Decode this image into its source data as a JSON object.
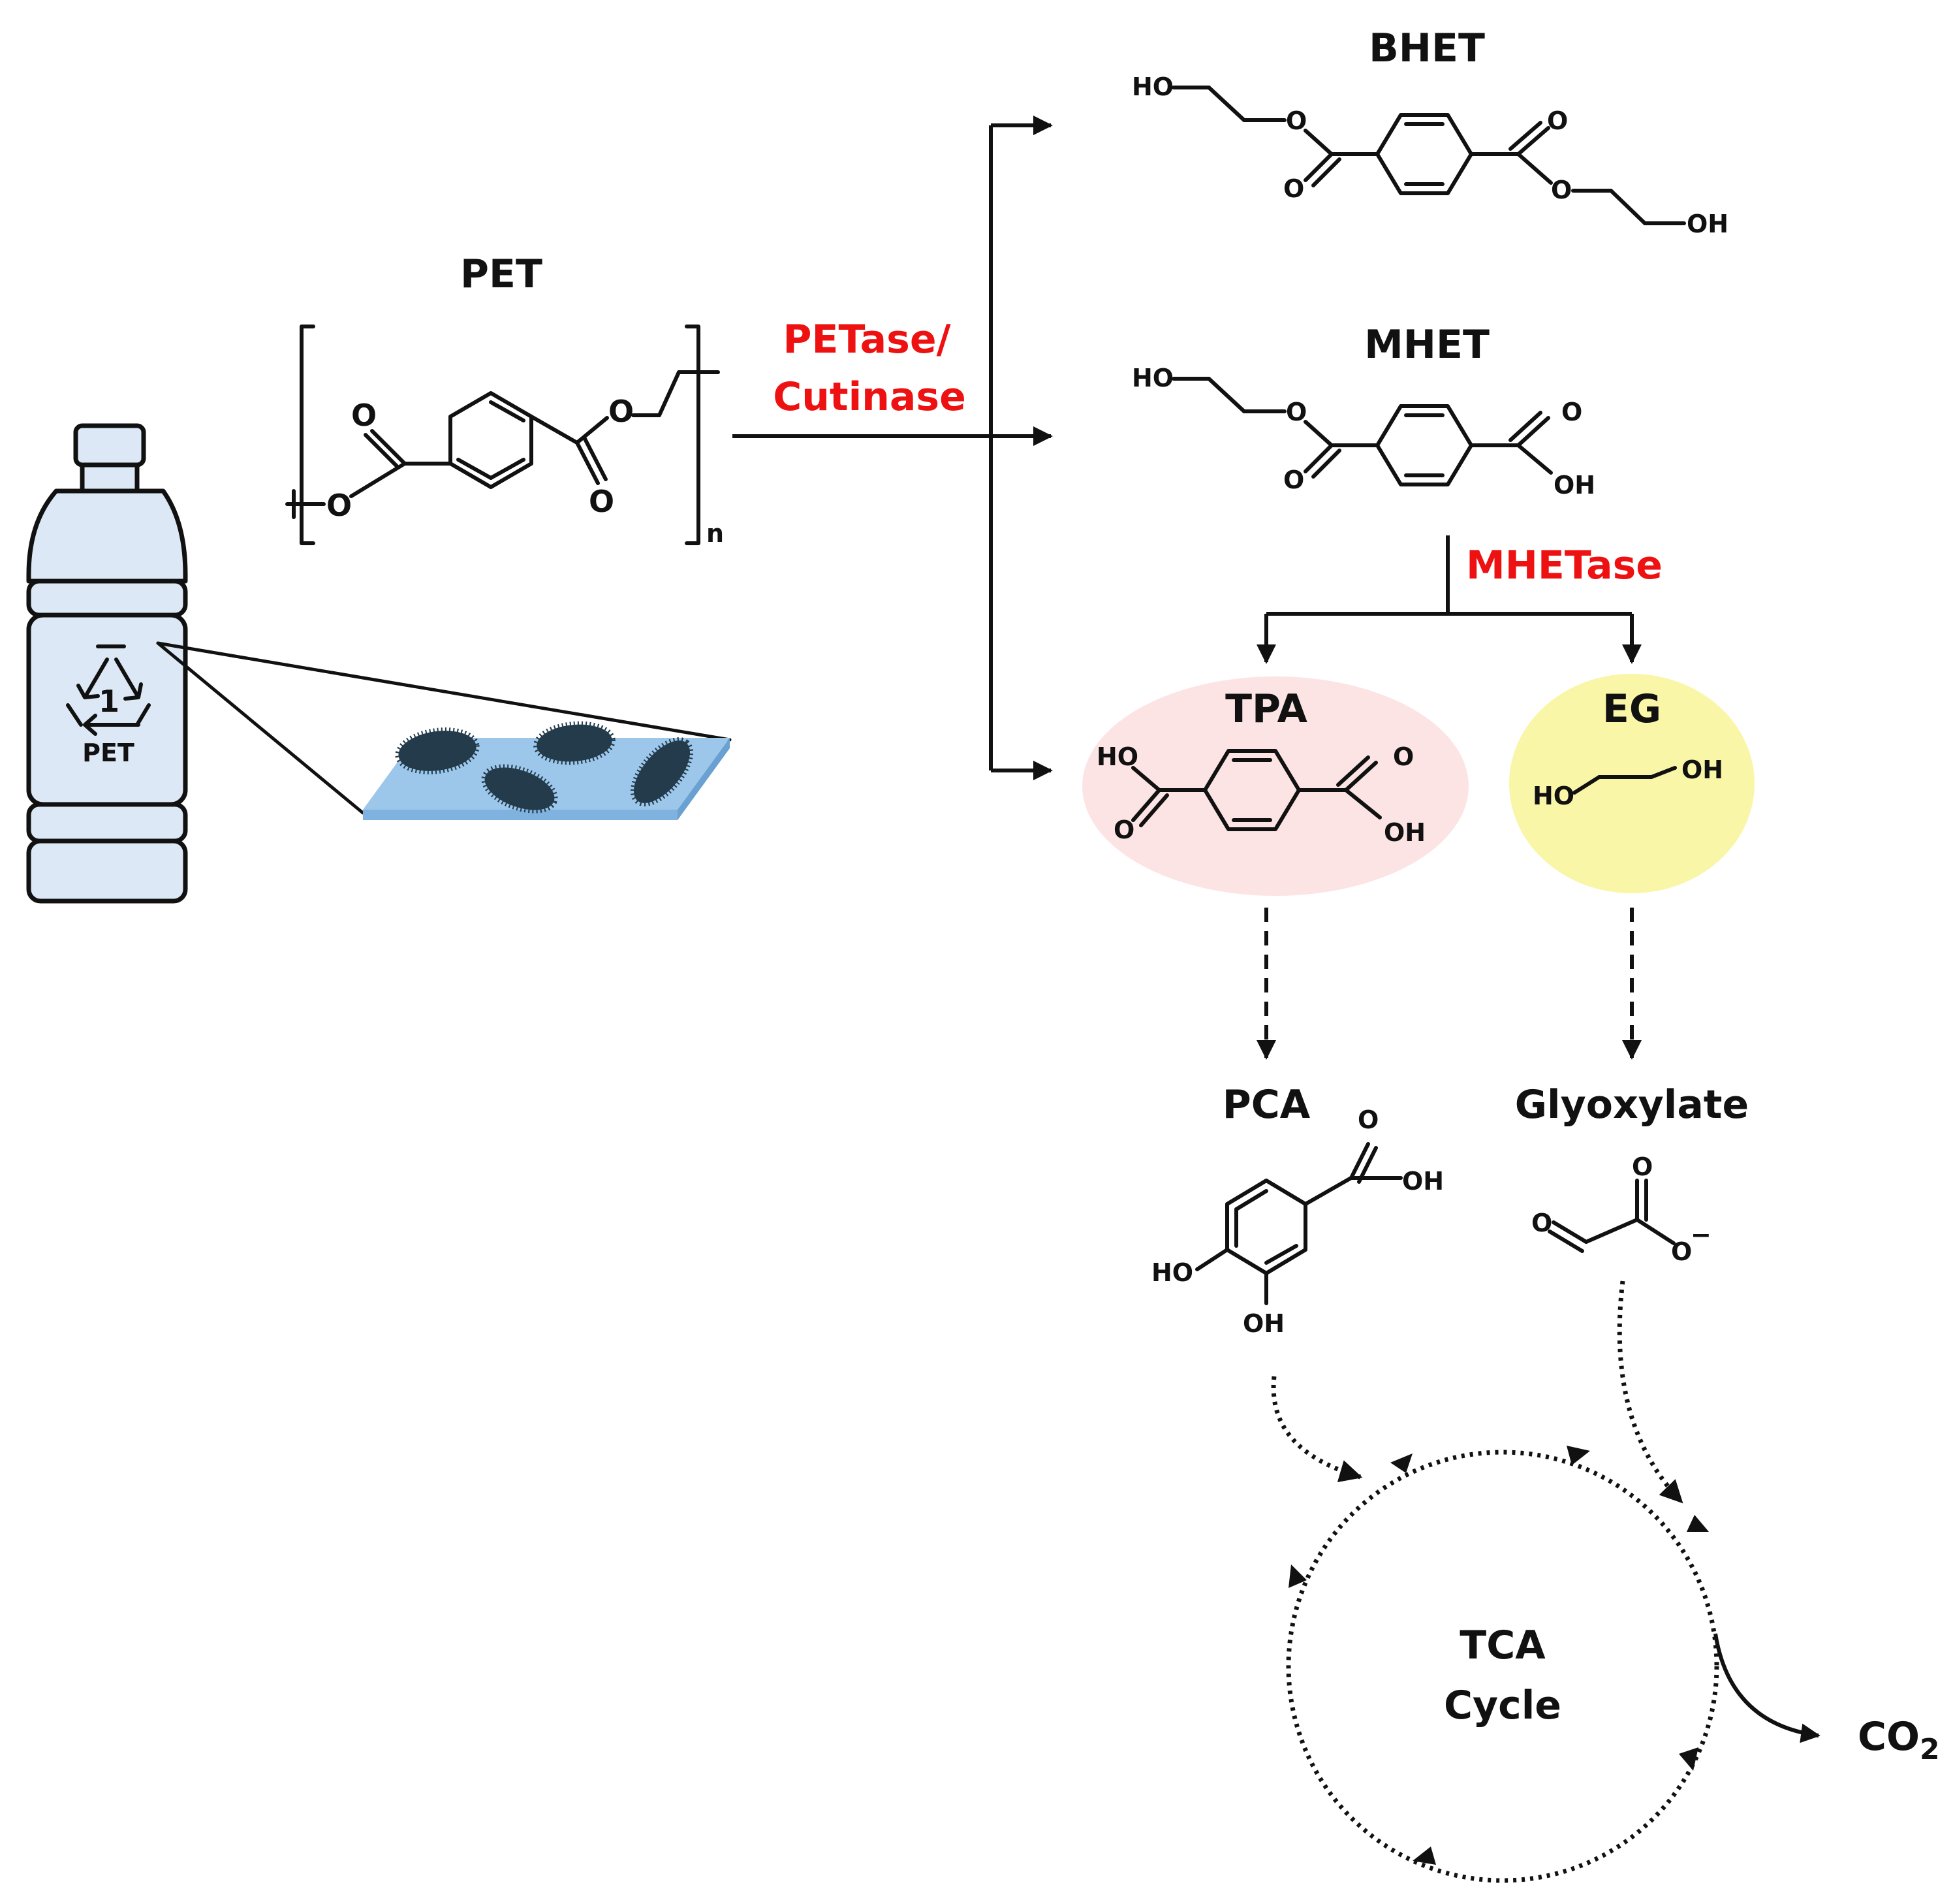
{
  "pet": {
    "title": "PET",
    "repeat": "n",
    "bottle_label": "PET",
    "recycle_code": "1"
  },
  "enzymes": {
    "petase_line1": "PETase/",
    "petase_line2": "Cutinase",
    "mhetase": "MHETase"
  },
  "products": {
    "bhet": "BHET",
    "mhet": "MHET",
    "tpa": "TPA",
    "eg": "EG",
    "pca": "PCA",
    "glyoxylate": "Glyoxylate"
  },
  "cycle": {
    "line1": "TCA",
    "line2": "Cycle",
    "output": "CO",
    "output_sub": "2"
  },
  "atoms": {
    "ho": "HO",
    "oh": "OH",
    "o": "O",
    "minus": "−"
  },
  "colors": {
    "enzyme_text": "#ee1111",
    "tpa_fill": "#fde4e4",
    "eg_fill": "#f9f6a7",
    "bottle_fill": "#dce8f5",
    "film_fill": "#9cc7ea",
    "bacteria_fill": "#233b4a"
  }
}
